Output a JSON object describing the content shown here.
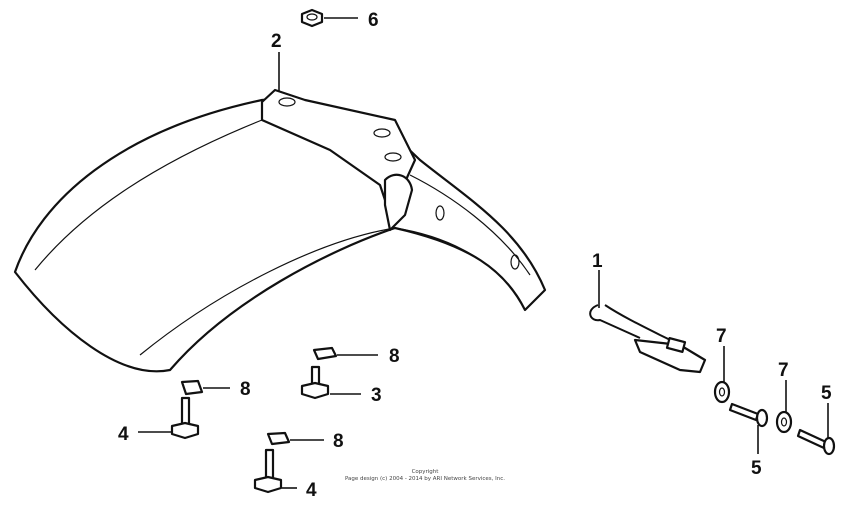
{
  "callouts": {
    "p1": "1",
    "p2": "2",
    "p3": "3",
    "p4a": "4",
    "p4b": "4",
    "p5a": "5",
    "p5b": "5",
    "p6": "6",
    "p7a": "7",
    "p7b": "7",
    "p8a": "8",
    "p8b": "8",
    "p8c": "8"
  },
  "copyright": {
    "line1": "Copyright",
    "line2": "Page design (c) 2004 - 2014 by ARI Network Services, Inc."
  }
}
